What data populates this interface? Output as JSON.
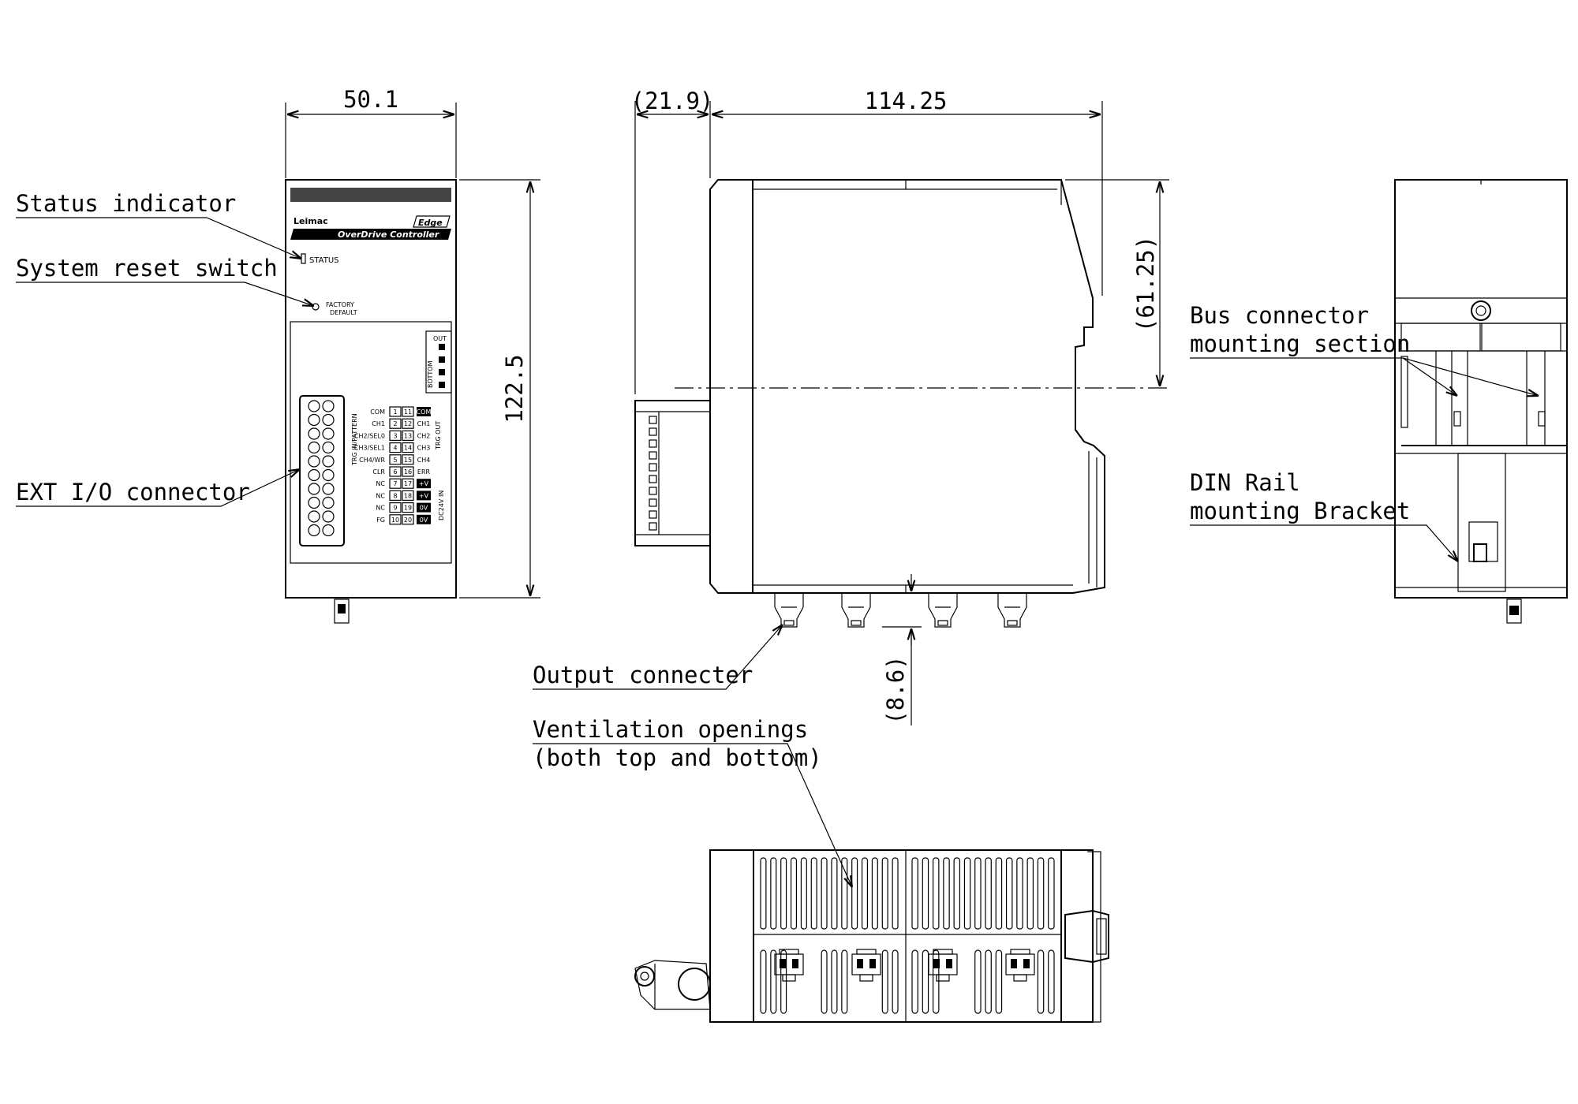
{
  "dimensions": {
    "front_width": "50.1",
    "height": "122.5",
    "depth_extension": "(21.9)",
    "side_depth": "114.25",
    "rail_center": "(61.25)",
    "output_protrusion": "(8.6)"
  },
  "callouts": {
    "status_indicator": "Status indicator",
    "system_reset_switch": "System reset switch",
    "ext_io_connector": "EXT I/O connector",
    "bus_connector_line1": "Bus connector",
    "bus_connector_line2": "mounting section",
    "din_rail_line1": "DIN Rail",
    "din_rail_line2": "mounting Bracket",
    "output_connector": "Output connecter",
    "ventilation_line1": "Ventilation openings",
    "ventilation_line2": "(both top and bottom)"
  },
  "panel": {
    "brand": "Leimac",
    "series": "Edge",
    "product": "OverDrive Controller",
    "status": "STATUS",
    "factory1": "FACTORY",
    "factory2": "DEFAULT",
    "out": "OUT",
    "bottom": "BOTTOM",
    "trg_in": "TRG IN/PATTERN",
    "trg_out": "TRG OUT",
    "dc24v": "DC24V IN",
    "pins": [
      {
        "left": "COM",
        "a": "1",
        "b": "11",
        "right": "COM"
      },
      {
        "left": "CH1",
        "a": "2",
        "b": "12",
        "right": "CH1"
      },
      {
        "left": "CH2/SEL0",
        "a": "3",
        "b": "13",
        "right": "CH2"
      },
      {
        "left": "CH3/SEL1",
        "a": "4",
        "b": "14",
        "right": "CH3"
      },
      {
        "left": "CH4/WR",
        "a": "5",
        "b": "15",
        "right": "CH4"
      },
      {
        "left": "CLR",
        "a": "6",
        "b": "16",
        "right": "ERR"
      },
      {
        "left": "NC",
        "a": "7",
        "b": "17",
        "right": "+V"
      },
      {
        "left": "NC",
        "a": "8",
        "b": "18",
        "right": "+V"
      },
      {
        "left": "NC",
        "a": "9",
        "b": "19",
        "right": "0V"
      },
      {
        "left": "FG",
        "a": "10",
        "b": "20",
        "right": "0V"
      }
    ]
  }
}
